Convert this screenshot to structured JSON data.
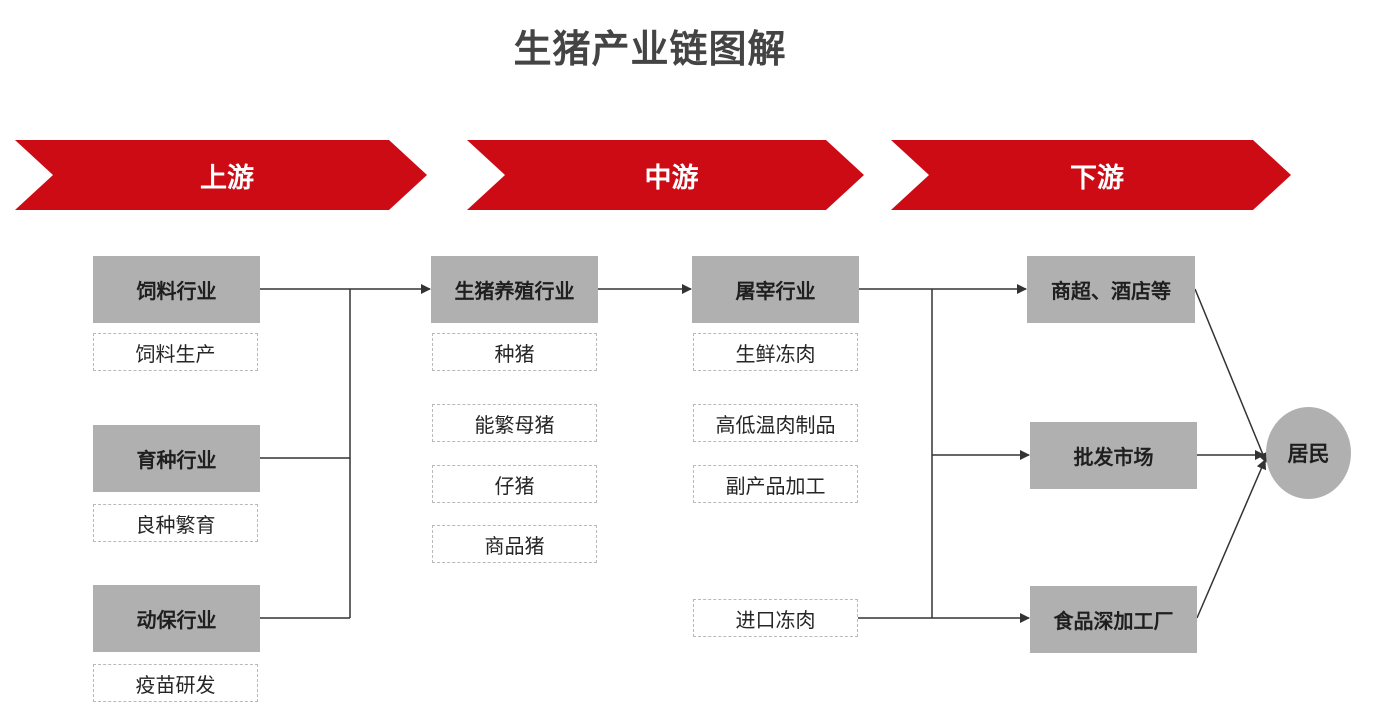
{
  "title": "生猪产业链图解",
  "colors": {
    "stage_red": "#cc0b14",
    "box_gray": "#b0b0b0",
    "line": "#333333"
  },
  "stages": {
    "upstream": "上游",
    "midstream": "中游",
    "downstream": "下游"
  },
  "upstream": {
    "feed": {
      "label": "饲料行业",
      "sub": "饲料生产"
    },
    "breeding": {
      "label": "育种行业",
      "sub": "良种繁育"
    },
    "animal_health": {
      "label": "动保行业",
      "sub": "疫苗研发"
    }
  },
  "midstream": {
    "farming": {
      "label": "生猪养殖行业",
      "subs": [
        "种猪",
        "能繁母猪",
        "仔猪",
        "商品猪"
      ]
    },
    "slaughter": {
      "label": "屠宰行业",
      "subs": [
        "生鲜冻肉",
        "高低温肉制品",
        "副产品加工"
      ],
      "imported": "进口冻肉"
    }
  },
  "downstream": {
    "retail": "商超、酒店等",
    "wholesale": "批发市场",
    "processing": "食品深加工厂",
    "residents": "居民"
  }
}
